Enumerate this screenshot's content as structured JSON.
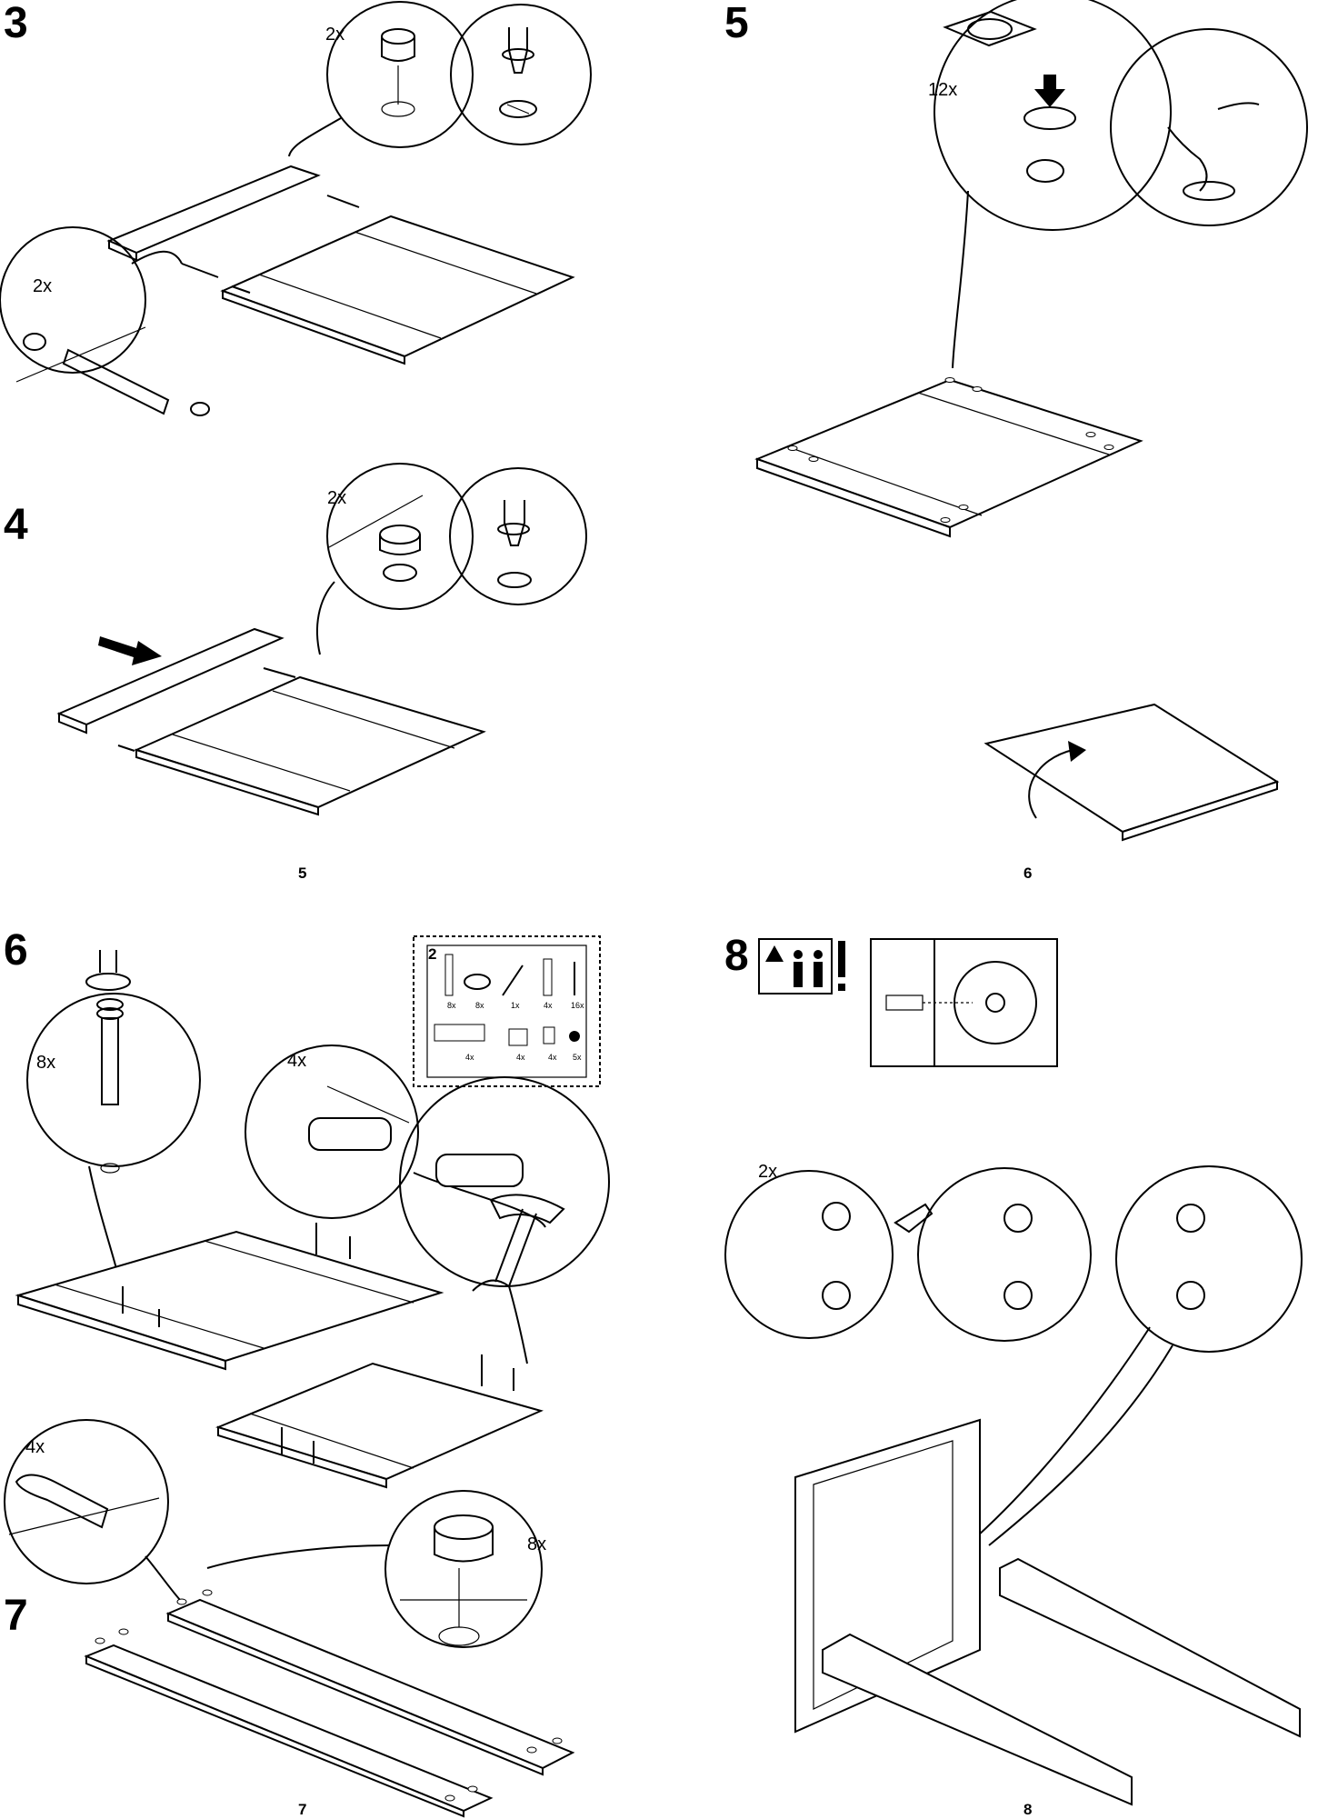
{
  "steps": [
    {
      "number": "3",
      "quantities": [
        "2x",
        "2x"
      ]
    },
    {
      "number": "4",
      "quantities": [
        "2x"
      ]
    },
    {
      "number": "5",
      "quantities": [
        "12x"
      ]
    },
    {
      "number": "6",
      "quantities": [
        "8x",
        "4x"
      ]
    },
    {
      "number": "7",
      "quantities": [
        "4x",
        "8x"
      ]
    },
    {
      "number": "8",
      "quantities": [
        "2x"
      ]
    }
  ],
  "page_numbers": [
    "5",
    "6",
    "7",
    "8"
  ],
  "parts_kit": {
    "label": "2",
    "counts": [
      "8x",
      "8x",
      "1x",
      "4x",
      "16x",
      "4x",
      "4x",
      "4x",
      "5x"
    ]
  },
  "icons": [
    "cam-lock-icon",
    "screwdriver-icon",
    "dowel-icon",
    "arrow-icon",
    "hammer-icon",
    "two-person-warning-icon",
    "hand-icon"
  ]
}
